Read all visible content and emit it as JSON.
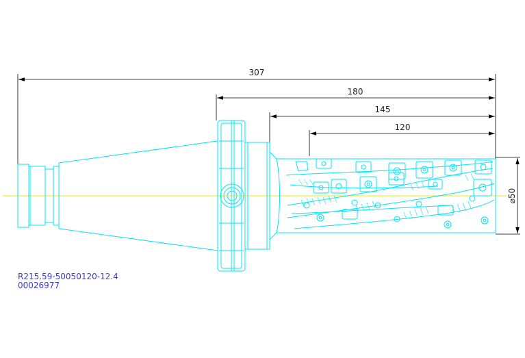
{
  "drawing": {
    "colors": {
      "outline": "#00e5f5",
      "centerline": "#e8e800",
      "dimension": "#000000",
      "label": "#3a3ad8"
    },
    "dimensions": {
      "total_length": "307",
      "shank_to_end": "180",
      "body_to_end": "145",
      "cutting_length": "120",
      "diameter": "⌀50"
    },
    "part_number": "R215.59-50050120-12.4",
    "item_code": "00026977"
  }
}
